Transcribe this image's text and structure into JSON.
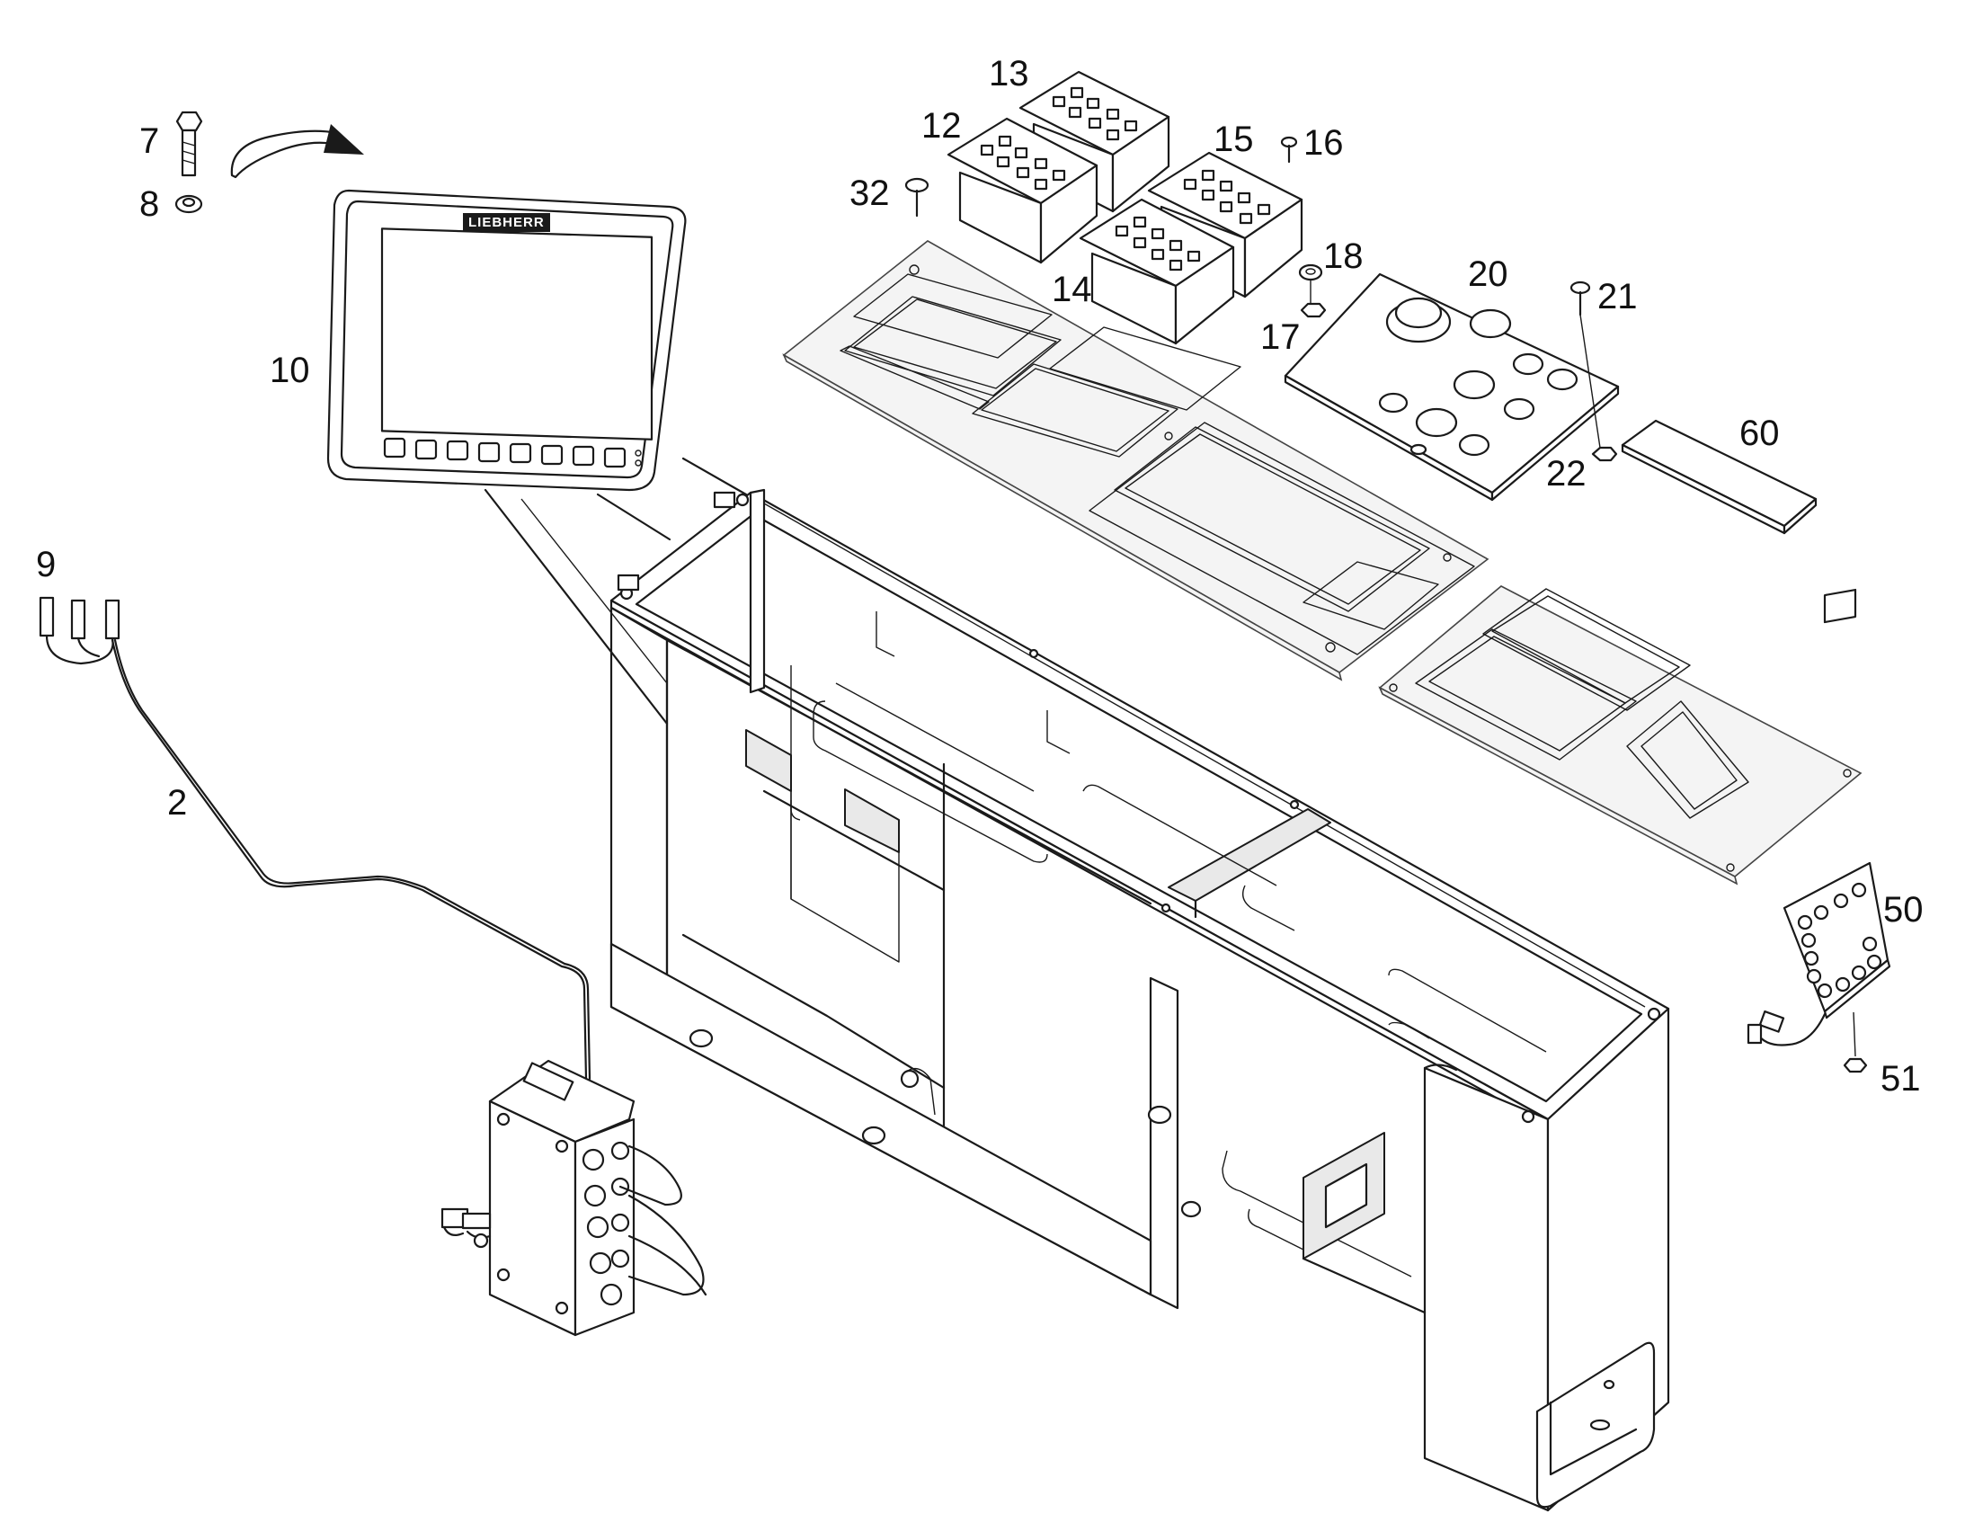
{
  "diagram": {
    "display_brand": "LIEBHERR",
    "callouts": [
      {
        "id": "7",
        "text": "7"
      },
      {
        "id": "8",
        "text": "8"
      },
      {
        "id": "9",
        "text": "9"
      },
      {
        "id": "10",
        "text": "10"
      },
      {
        "id": "2",
        "text": "2"
      },
      {
        "id": "12",
        "text": "12"
      },
      {
        "id": "13",
        "text": "13"
      },
      {
        "id": "14",
        "text": "14"
      },
      {
        "id": "15",
        "text": "15"
      },
      {
        "id": "16",
        "text": "16"
      },
      {
        "id": "17",
        "text": "17"
      },
      {
        "id": "18",
        "text": "18"
      },
      {
        "id": "20",
        "text": "20"
      },
      {
        "id": "21",
        "text": "21"
      },
      {
        "id": "22",
        "text": "22"
      },
      {
        "id": "32",
        "text": "32"
      },
      {
        "id": "50",
        "text": "50"
      },
      {
        "id": "51",
        "text": "51"
      },
      {
        "id": "60",
        "text": "60"
      }
    ]
  }
}
